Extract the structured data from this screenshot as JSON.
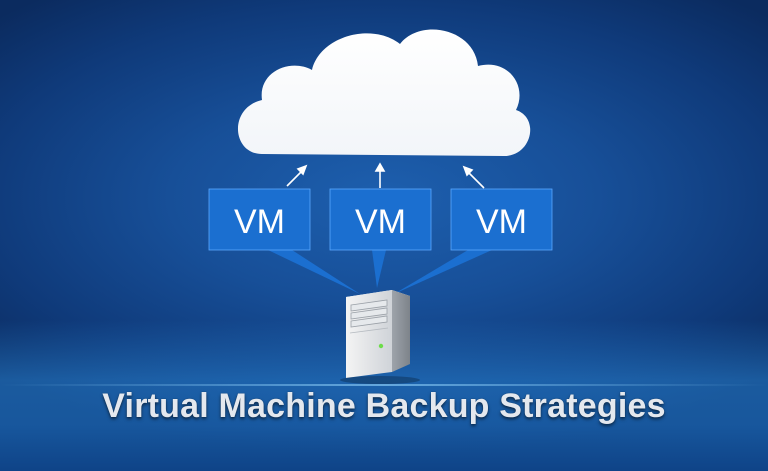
{
  "title": "Virtual Machine Backup Strategies",
  "vms": [
    {
      "label": "VM"
    },
    {
      "label": "VM"
    },
    {
      "label": "VM"
    }
  ],
  "colors": {
    "background": "#174f98",
    "vm_box": "#1b6fd0",
    "cloud": "#ffffff",
    "title_text": "#e4e8ee"
  },
  "icons": [
    "cloud-icon",
    "server-icon",
    "arrow-up-icon"
  ]
}
